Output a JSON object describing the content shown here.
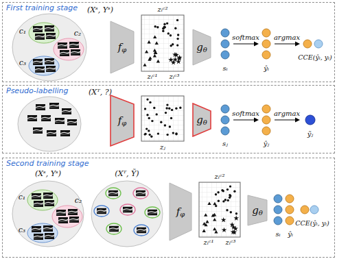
{
  "diagram": {
    "nodes": [
      {
        "text": [
          "First training stage"
        ]
      },
      {
        "text": [
          "f",
          "φ"
        ],
        "in": 0
      },
      {
        "text": [
          "g",
          "θ"
        ],
        "in": 0
      },
      {
        "text": [
          "Pseudo-labelling"
        ]
      },
      {
        "text": [
          "f",
          "φ"
        ],
        "in": 3
      },
      {
        "text": [
          "g",
          "θ"
        ],
        "in": 3
      },
      {
        "text": [
          "Second training stage"
        ]
      },
      {
        "text": [
          "f",
          "φ"
        ],
        "in": 6
      },
      {
        "text": [
          "g",
          "θ"
        ],
        "in": 6
      }
    ],
    "labels": [
      "(Xˢ, Yˢ)",
      "c₁",
      "c₂",
      "c₃",
      "zᵢᶜ²",
      "zᵢᶜ¹",
      "zᵢᶜ³",
      "sᵢ",
      "softmax",
      "ŷᵢ",
      "argmax",
      "CCE(ŷᵢ, yᵢ)",
      "(Xᵀ, ?)",
      "zⱼ",
      "sⱼ",
      "softmax",
      "ŷⱼ",
      "argmax",
      "ỹⱼ",
      "(Xˢ, Yˢ)",
      "c₁",
      "c₂",
      "c₃",
      "(Xᵀ, Ỹ)",
      "zᵢᶜ²",
      "zᵢᶜ¹",
      "zᵢᶜ³",
      "sᵢ",
      "ŷᵢ",
      "CCE(ŷᵢ, yᵢ)"
    ]
  }
}
